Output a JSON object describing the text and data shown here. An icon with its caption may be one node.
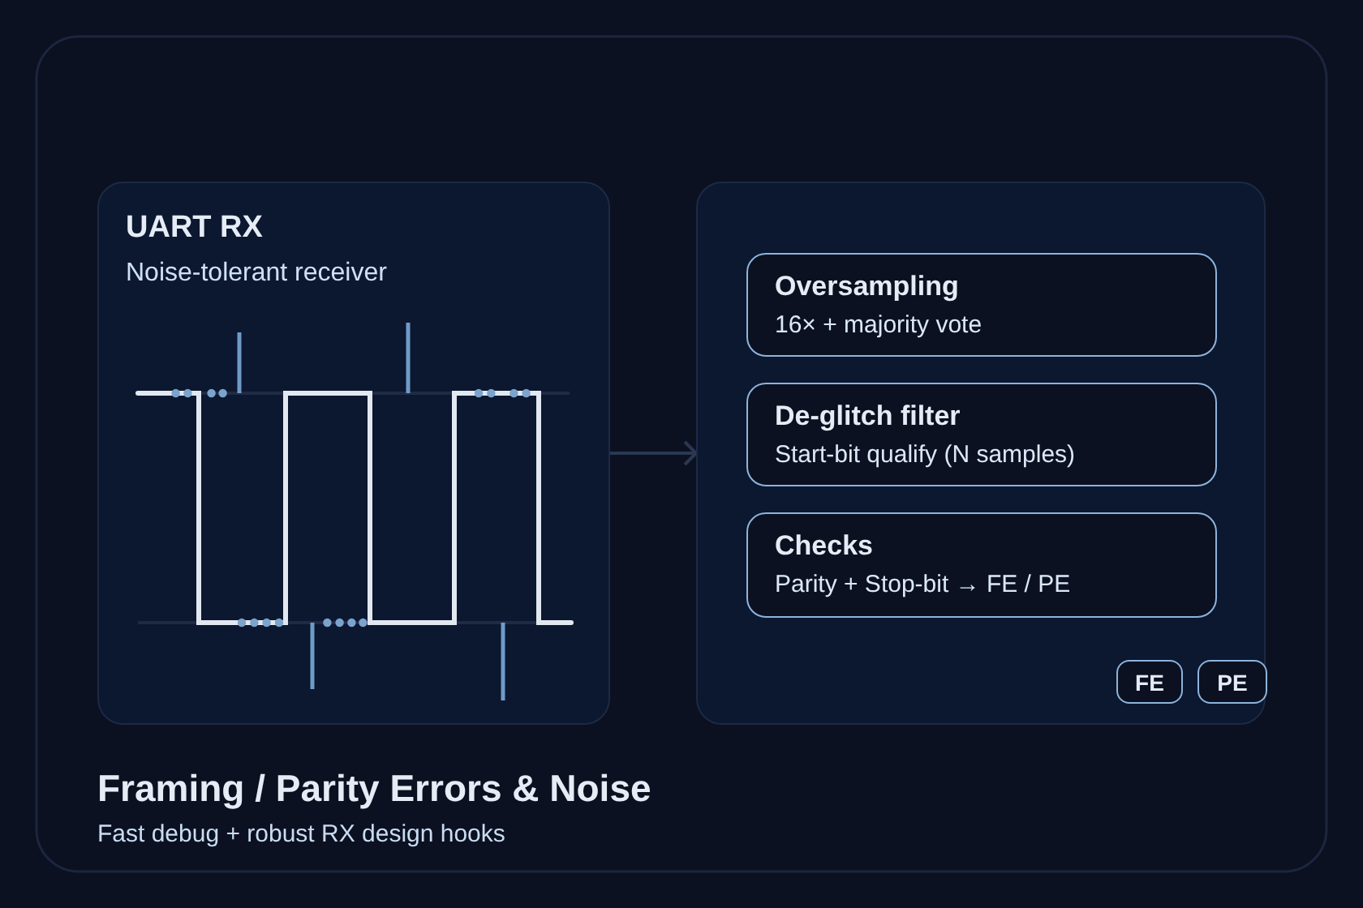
{
  "diagram": {
    "title": "Framing / Parity Errors & Noise",
    "caption": "Fast debug + robust RX design hooks",
    "nodes": [
      {
        "text": [
          "UART RX",
          "Noise-tolerant receiver"
        ]
      },
      {
        "text": [],
        "shape": "box"
      },
      {
        "text": [
          "Oversampling",
          "16× + majority vote"
        ],
        "in": 1
      },
      {
        "text": [
          "De-glitch filter",
          "Start-bit qualify (N samples)"
        ],
        "in": 1
      },
      {
        "text": [
          "Checks",
          "Parity + Stop-bit → FE / PE"
        ],
        "in": 1
      },
      {
        "text": [
          "FE"
        ],
        "in": 1
      },
      {
        "text": [
          "PE"
        ],
        "in": 1
      }
    ],
    "edges": [
      {
        "from": 0,
        "to": 1,
        "arrow": "to"
      }
    ]
  }
}
